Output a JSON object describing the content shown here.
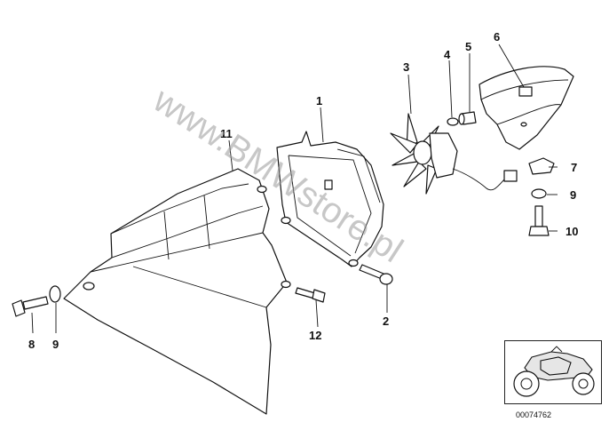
{
  "diagram": {
    "callouts": {
      "p1": "1",
      "p2": "2",
      "p3": "3",
      "p4": "4",
      "p5": "5",
      "p6": "6",
      "p7": "7",
      "p9a": "9",
      "p10": "10",
      "p11": "11",
      "p8": "8",
      "p9b": "9",
      "p12": "12"
    },
    "watermark": "www.BMWstore.pl",
    "drawing_code": "00074762",
    "colors": {
      "line": "#111111",
      "watermark": "#9a9a9a",
      "shade": "#e6e6e6"
    }
  }
}
